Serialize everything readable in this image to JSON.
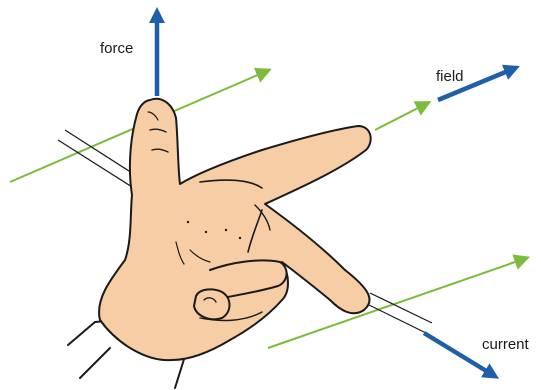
{
  "labels": {
    "force": "force",
    "field": "field",
    "current": "current"
  },
  "colors": {
    "axis_blue": "#1f5ea8",
    "field_green": "#7dbb3c",
    "skin": "#f6cda4",
    "outline": "#1a1a1a"
  },
  "icons": {
    "force": "arrow-up-icon",
    "field": "arrow-right-icon",
    "current": "arrow-down-right-icon"
  }
}
